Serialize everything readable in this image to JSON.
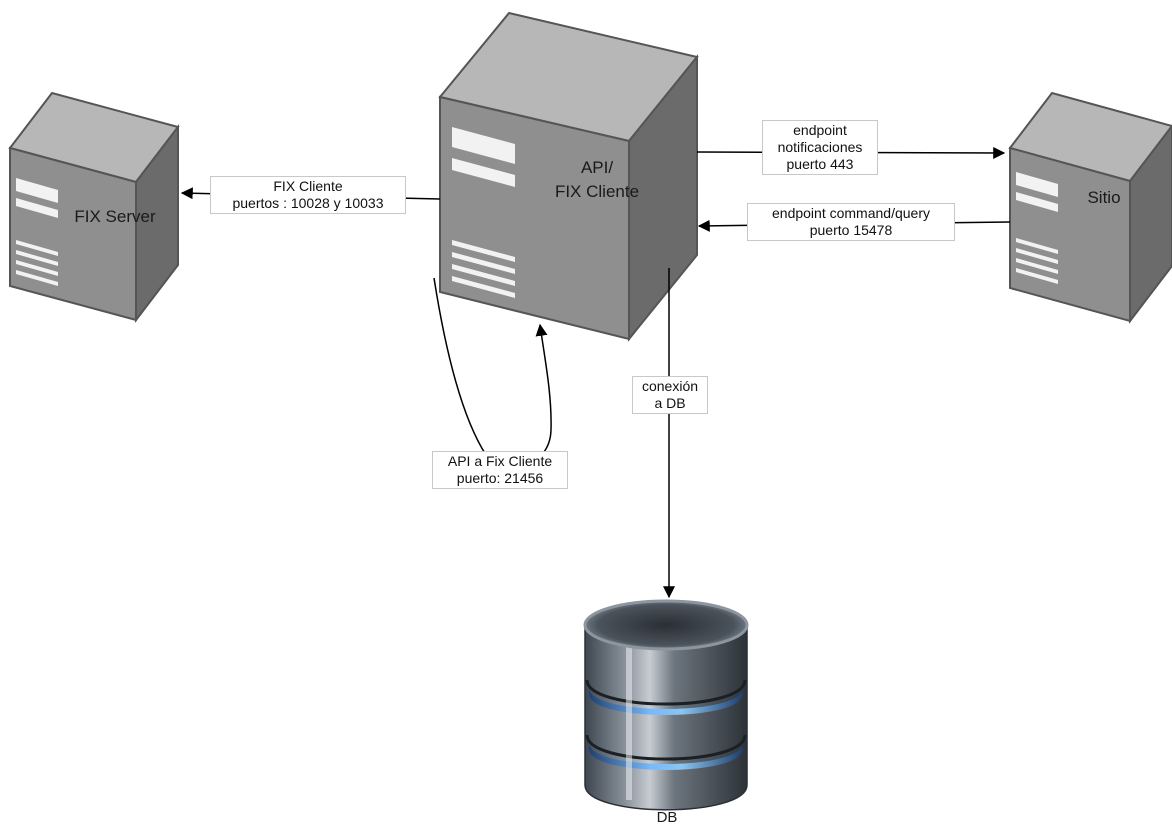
{
  "nodes": {
    "fix_server": "FIX Server",
    "api_line1": "API/",
    "api_line2": "FIX Cliente",
    "sitio": "Sitio",
    "db": "DB"
  },
  "edges": {
    "fix_cliente": [
      "FIX Cliente",
      "puertos : 10028 y 10033"
    ],
    "notificaciones": [
      "endpoint",
      "notificaciones",
      "puerto 443"
    ],
    "command_query": [
      "endpoint command/query",
      "puerto 15478"
    ],
    "api_fix": [
      "API a Fix Cliente",
      "puerto: 21456"
    ],
    "conexion_db": [
      "conexión",
      "a DB"
    ]
  }
}
